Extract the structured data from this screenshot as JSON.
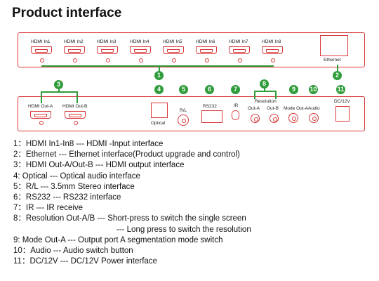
{
  "title": "Product interface",
  "top_panel": {
    "hdmi_inputs": [
      "HDMI In1",
      "HDMI In2",
      "HDMI In3",
      "HDMI In4",
      "HDMI In5",
      "HDMI In6",
      "HDMI In7",
      "HDMI In8"
    ],
    "ethernet_label": "Ethernet"
  },
  "bottom_panel": {
    "hdmi_out_a": "HDMI Out-A",
    "hdmi_out_b": "HDMI Out-B",
    "optical": "Optical",
    "rl": "R/L",
    "rs232": "RS232",
    "ir": "IR",
    "resolution": "Resolution",
    "out_a": "Out-A",
    "out_b": "Out-B",
    "mode_out_a": "Mode Out-A",
    "audio": "Audio",
    "dc": "DC/12V"
  },
  "callouts": [
    "1",
    "2",
    "3",
    "4",
    "5",
    "6",
    "7",
    "8",
    "9",
    "10",
    "11"
  ],
  "legend": [
    "1：HDMI In1-In8 --- HDMI -Input interface",
    "2：Ethernet --- Ethernet interface(Product upgrade and control)",
    "3：HDMI Out-A/Out-B --- HDMI output interface",
    "4:  Optical --- Optical audio interface",
    "5：R/L --- 3.5mm Stereo interface",
    "6：RS232 --- RS232 interface",
    "7：IR --- IR receive",
    "8：Resolution Out-A/B --- Short-press to switch the single screen",
    "                                              --- Long press to switch the resolution",
    "9: Mode Out-A --- Output port A segmentation mode switch",
    "10：Audio --- Audio switch button",
    "11：DC/12V --- DC/12V Power interface"
  ],
  "colors": {
    "port_outline": "#d9383a",
    "callout": "#2f9c3a"
  }
}
